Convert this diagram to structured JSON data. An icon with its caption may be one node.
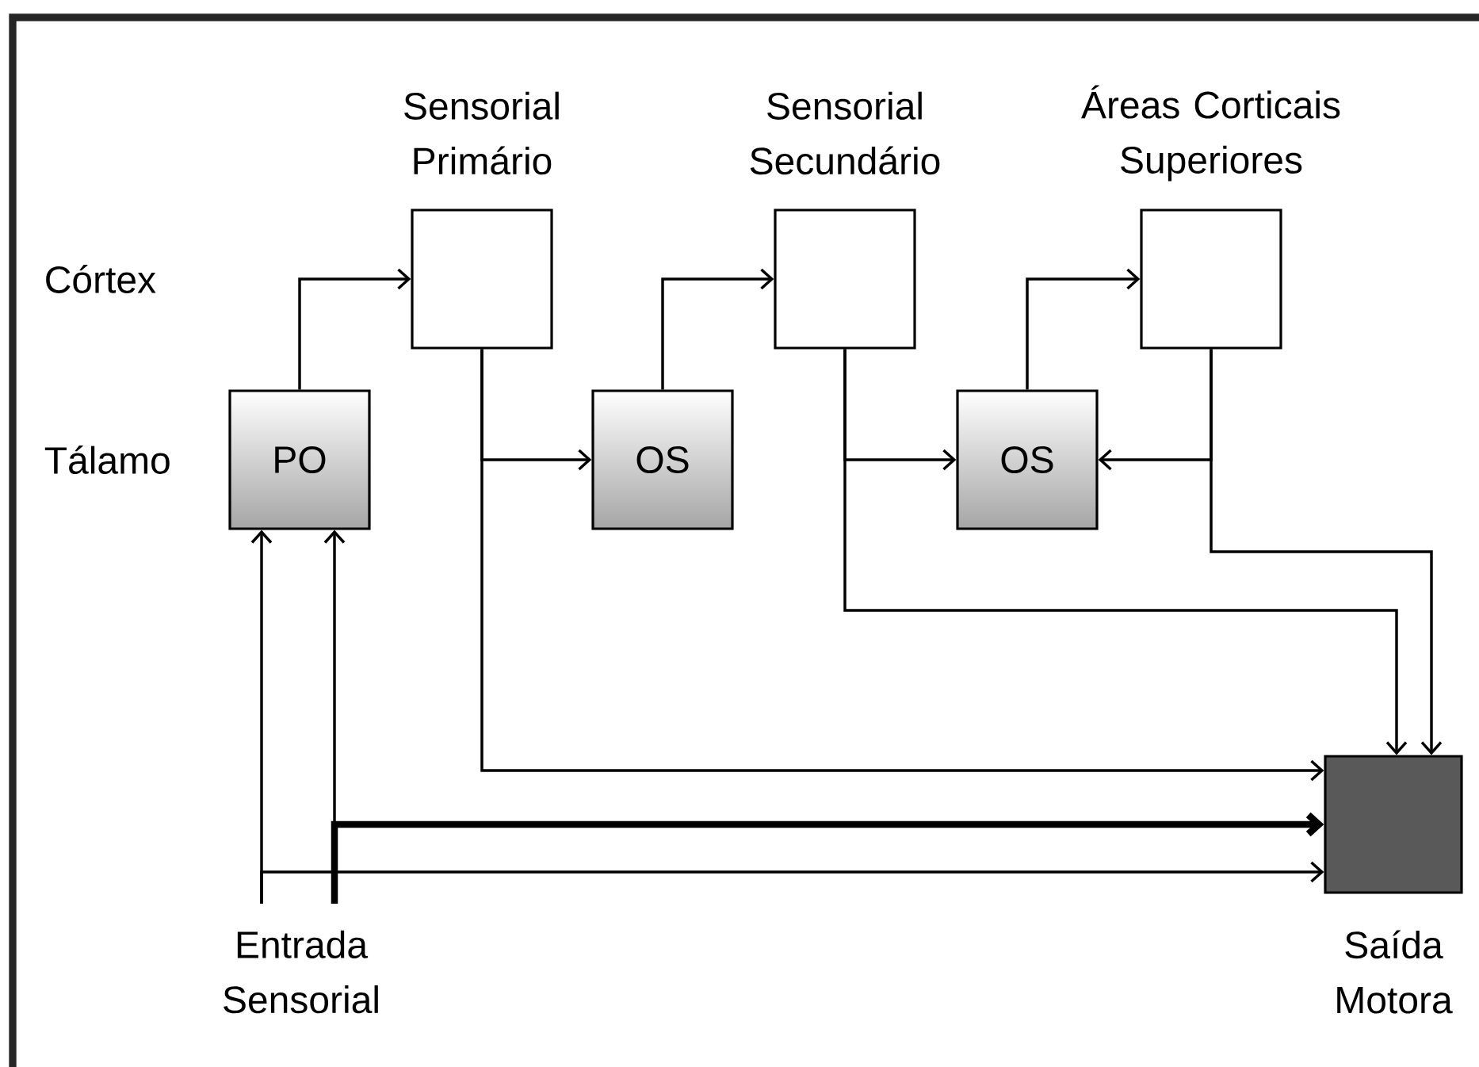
{
  "diagram": {
    "nodes": [
      {
        "text": [
          "PO"
        ]
      },
      {
        "text": [
          "Sensorial Primário"
        ]
      },
      {
        "text": [
          "OS"
        ]
      },
      {
        "text": [
          "Sensorial Secundário"
        ]
      },
      {
        "text": [
          "OS"
        ]
      },
      {
        "text": [
          "Áreas Corticais Superiores"
        ]
      },
      {
        "text": [
          "Saída Motora"
        ]
      },
      {
        "text": [
          "Entrada Sensorial"
        ]
      }
    ],
    "edges": [
      {
        "from": 0,
        "to": 1,
        "arrow": "to"
      },
      {
        "from": 1,
        "to": 2,
        "arrow": "to"
      },
      {
        "from": 1,
        "to": 6,
        "arrow": "to"
      },
      {
        "from": 2,
        "to": 3,
        "arrow": "to"
      },
      {
        "from": 3,
        "to": 4,
        "arrow": "to"
      },
      {
        "from": 3,
        "to": 6,
        "arrow": "to"
      },
      {
        "from": 4,
        "to": 5,
        "arrow": "to"
      },
      {
        "from": 5,
        "to": 4,
        "arrow": "to"
      },
      {
        "from": 5,
        "to": 6,
        "arrow": "to"
      },
      {
        "from": 7,
        "to": 0,
        "arrow": "to"
      },
      {
        "from": 7,
        "to": 0,
        "arrow": "to"
      },
      {
        "from": 7,
        "to": 6,
        "arrow": "to",
        "style": "thick"
      },
      {
        "from": 7,
        "to": 6,
        "arrow": "to"
      }
    ],
    "labels": [
      "Córtex",
      "Tálamo"
    ]
  }
}
